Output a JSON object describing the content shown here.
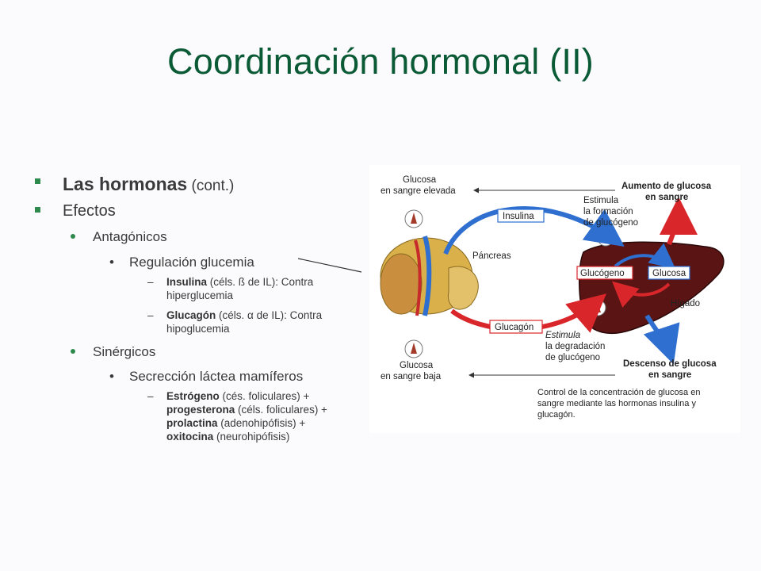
{
  "slide": {
    "title": "Coordinación hormonal (II)"
  },
  "bullets": {
    "hormonas_bold": "Las hormonas",
    "hormonas_rest": " (cont.)",
    "efectos": "Efectos",
    "antagonicos": "Antagónicos",
    "regulacion": "Regulación glucemia",
    "insulina_bold": "Insulina",
    "insulina_rest": " (céls. ß de IL): Contra hiperglucemia",
    "glucagon_bold": "Glucagón",
    "glucagon_rest": " (céls. α de IL): Contra hipoglucemia",
    "sinergicos": "Sinérgicos",
    "secrecion": "Secrección láctea mamíferos",
    "estrogeno_bold": "Estrógeno",
    "estrogeno_rest": " (cés. foliculares) + ",
    "progesterona_bold": "progesterona",
    "progesterona_rest": " (céls. foliculares) + ",
    "prolactina_bold": "prolactina",
    "prolactina_rest": " (adenohipófisis) + ",
    "oxitocina_bold": "oxitocina",
    "oxitocina_rest": " (neurohipófisis)",
    "dash": "–",
    "dot": "•"
  },
  "diagram": {
    "glucosa_elevada_1": "Glucosa",
    "glucosa_elevada_2": "en sangre elevada",
    "aumento_1": "Aumento de glucosa",
    "aumento_2": "en sangre",
    "estimula_formacion_1": "Estimula",
    "estimula_formacion_2": "la formación",
    "estimula_formacion_3": "de glucógeno",
    "insulina": "Insulina",
    "pancreas": "Páncreas",
    "glucogeno": "Glucógeno",
    "glucosa": "Glucosa",
    "higado": "Hígado",
    "glucagon": "Glucagón",
    "estimula_degradacion_1": "Estimula",
    "estimula_degradacion_2": "la degradación",
    "estimula_degradacion_3": "de glucógeno",
    "glucosa_baja_1": "Glucosa",
    "glucosa_baja_2": "en sangre baja",
    "descenso_1": "Descenso de glucosa",
    "descenso_2": "en sangre",
    "caption_1": "Control de la concentración de glucosa en",
    "caption_2": "sangre mediante las hormonas insulina y",
    "caption_3": "glucagón."
  },
  "colors": {
    "title": "#0b5a36",
    "bullet": "#2e8a4c",
    "insulin_arrow": "#2f6fd0",
    "glucagon_arrow": "#d8262a",
    "liver": "#5a1414",
    "pancreas": "#d9b04a"
  }
}
